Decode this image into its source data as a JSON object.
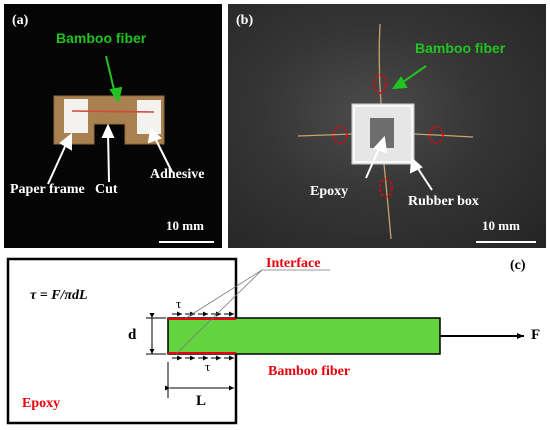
{
  "panel_a": {
    "label": "(a)",
    "fiber_label": "Bamboo fiber",
    "callouts": [
      "Paper frame",
      "Cut",
      "Adhesive"
    ],
    "scale_bar": "10 mm"
  },
  "panel_b": {
    "label": "(b)",
    "fiber_label": "Bamboo fiber",
    "callouts": [
      "Epoxy",
      "Rubber box"
    ],
    "scale_bar": "10 mm"
  },
  "panel_c": {
    "label": "(c)",
    "formula": "τ = F/πdL",
    "interface_label": "Interface",
    "shear_symbol": "τ",
    "diameter_symbol": "d",
    "length_symbol": "L",
    "force_symbol": "F",
    "fiber_label": "Bamboo fiber",
    "matrix_label": "Epoxy"
  },
  "colors": {
    "fiber_green": "#64d340",
    "label_green": "#21c321",
    "label_red": "#e8000b",
    "paper_brown": "#a9804f"
  }
}
